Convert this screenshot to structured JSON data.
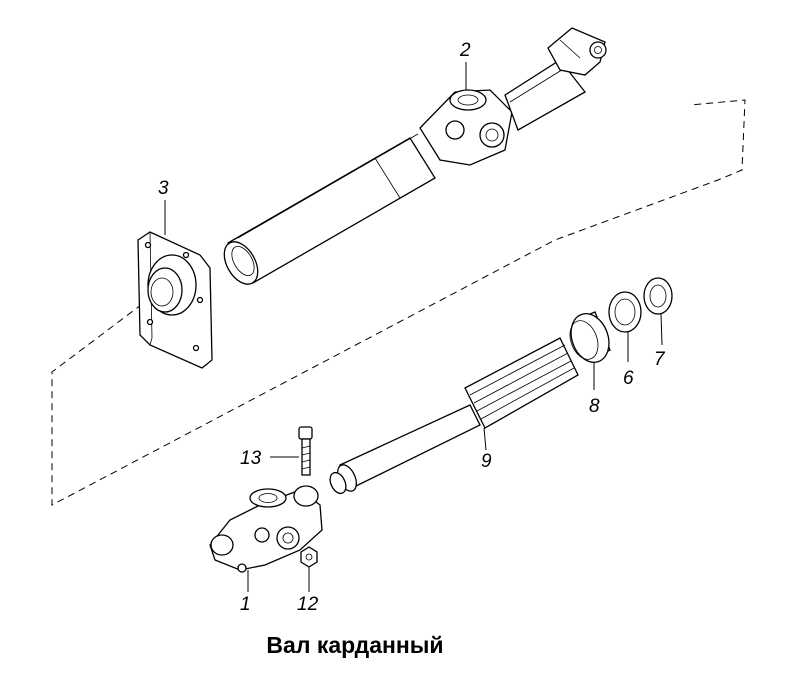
{
  "caption": "Вал карданный",
  "labels": {
    "p1": "1",
    "p2": "2",
    "p3": "3",
    "p6": "6",
    "p7": "7",
    "p8": "8",
    "p9": "9",
    "p12": "12",
    "p13": "13"
  }
}
